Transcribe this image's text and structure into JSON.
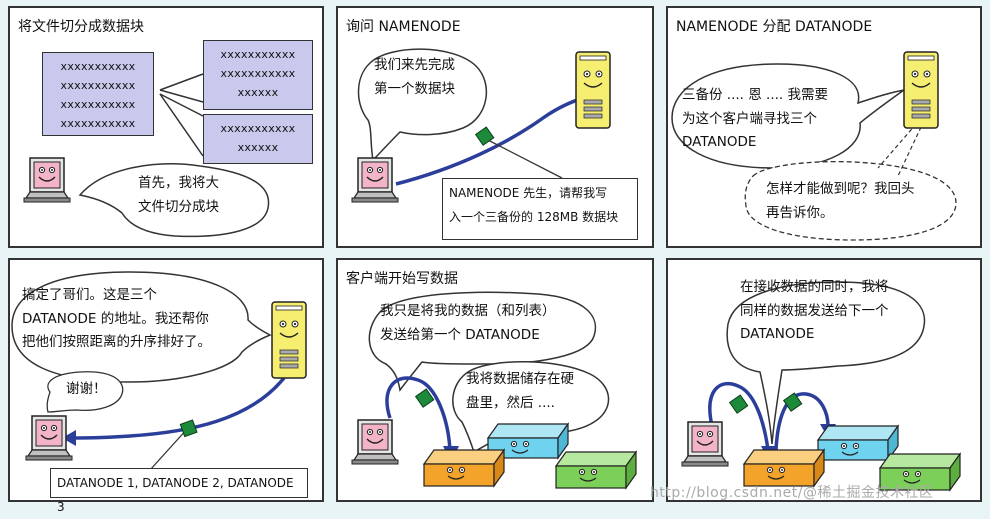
{
  "panel1": {
    "title": "将文件切分成数据块",
    "block_a": [
      "xxxxxxxxxxx",
      "xxxxxxxxxxx",
      "xxxxxxxxxxx",
      "xxxxxxxxxxx"
    ],
    "block_b": [
      "xxxxxxxxxxx",
      "xxxxxxxxxxx",
      "xxxxxx"
    ],
    "block_c": [
      "xxxxxxxxxxx",
      "xxxxxx"
    ],
    "bubble": [
      "首先，我将大",
      "文件切分成块"
    ]
  },
  "panel2": {
    "title": "询问 NAMENODE",
    "bubble": [
      "我们来先完成",
      "第一个数据块"
    ],
    "note": [
      "NAMENODE 先生，请帮我写",
      "入一个三备份的 128MB 数据块"
    ]
  },
  "panel3": {
    "title": "NAMENODE 分配 DATANODE",
    "bubble": [
      "三备份 .... 恩 .... 我需要",
      "为这个客户端寻找三个",
      "DATANODE"
    ],
    "thought": [
      "怎样才能做到呢？我回头",
      "再告诉你。"
    ]
  },
  "panel4": {
    "bubble": [
      "搞定了哥们。这是三个",
      "DATANODE 的地址。我还帮你",
      "把他们按照距离的升序排好了。"
    ],
    "thanks": "谢谢！",
    "note": "DATANODE 1, DATANODE 2, DATANODE 3"
  },
  "panel5": {
    "title": "客户端开始写数据",
    "bubble1": [
      "我只是将我的数据（和列表）",
      "发送给第一个 DATANODE"
    ],
    "bubble2": [
      "我将数据储存在硬",
      "盘里，然后 ...."
    ]
  },
  "panel6": {
    "bubble": [
      "在接收数据的同时，我将",
      "同样的数据发送给下一个",
      "DATANODE"
    ]
  },
  "watermark": "http://blog.csdn.net/@稀土掘金技术社区",
  "colors": {
    "background": "#e9f4f6",
    "block": "#c9c9ee",
    "server": "#f6ee70",
    "laptop": "#e6e6e6",
    "arrow": "#2b3f9a",
    "packet": "#1d8a3a",
    "disk_orange": "#f4a32a",
    "disk_blue": "#6fd2ee",
    "disk_green": "#7cd05a"
  }
}
